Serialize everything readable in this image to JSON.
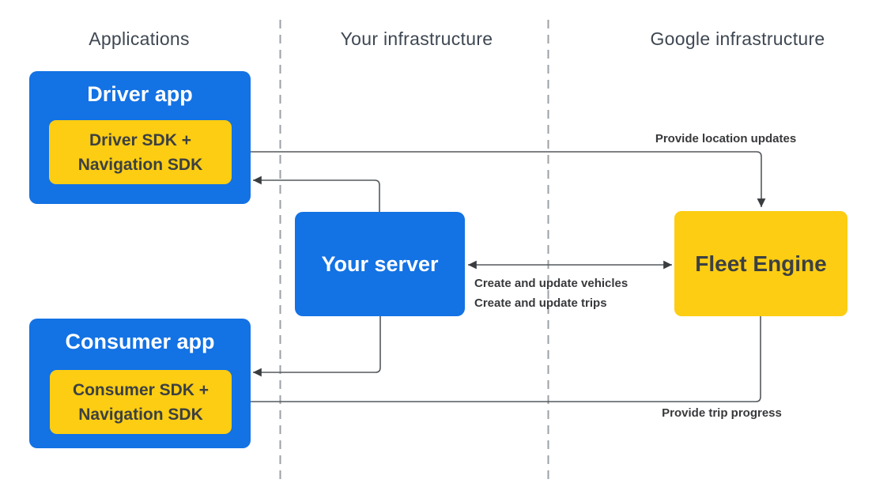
{
  "columns": {
    "applications": {
      "label": "Applications"
    },
    "your_infra": {
      "label": "Your infrastructure"
    },
    "google_infra": {
      "label": "Google infrastructure"
    }
  },
  "nodes": {
    "driver_app": {
      "label": "Driver app",
      "sdk_label": "Driver SDK +\nNavigation SDK"
    },
    "consumer_app": {
      "label": "Consumer app",
      "sdk_label": "Consumer SDK +\nNavigation SDK"
    },
    "your_server": {
      "label": "Your server"
    },
    "fleet_engine": {
      "label": "Fleet Engine"
    }
  },
  "edges": {
    "location_updates": {
      "label": "Provide location updates",
      "from": "Driver SDK + Navigation SDK",
      "to": "Fleet Engine",
      "direction": "one-way"
    },
    "server_to_driver": {
      "label": "",
      "from": "Your server",
      "to": "Driver app",
      "direction": "one-way"
    },
    "server_fleet": {
      "label": "Create and update vehicles\nCreate and update trips",
      "from": "Your server",
      "to": "Fleet Engine",
      "direction": "bidirectional"
    },
    "server_to_consumer": {
      "label": "",
      "from": "Your server",
      "to": "Consumer app",
      "direction": "one-way"
    },
    "trip_progress": {
      "label": "Provide trip progress",
      "from": "Fleet Engine",
      "to": "Consumer SDK + Navigation SDK",
      "direction": "one-way"
    }
  },
  "colors": {
    "node_blue": "#1372E4",
    "node_yellow": "#FCCD12",
    "text_on_blue": "#FFFFFF",
    "text_dark": "#3C4043",
    "header_text": "#3E4752",
    "label_text": "#38393B",
    "line": "#54585D",
    "arrowhead": "#3A3D40",
    "divider": "#9AA0A6",
    "background": "#FFFFFF"
  }
}
